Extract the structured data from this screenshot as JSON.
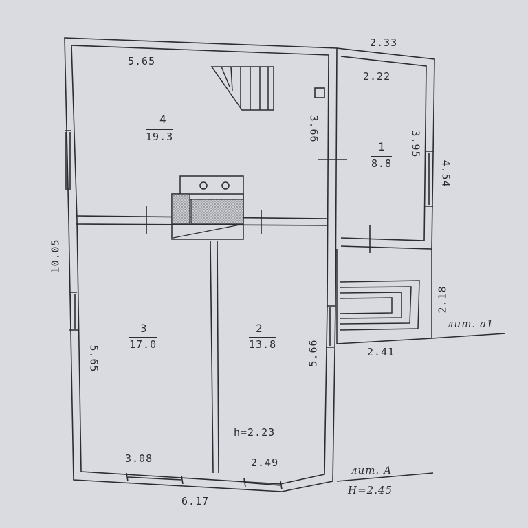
{
  "rooms": [
    {
      "number": "4",
      "area": "19.3"
    },
    {
      "number": "1",
      "area": "8.8"
    },
    {
      "number": "3",
      "area": "17.0"
    },
    {
      "number": "2",
      "area": "13.8"
    }
  ],
  "dimensions": {
    "top_main": "5.65",
    "top_annex": "2.33",
    "annex_inner_top": "2.22",
    "room4_height": "3.66",
    "room1_height": "3.95",
    "annex_outer_height": "4.54",
    "left_total": "10.05",
    "left_lower": "5.65",
    "right_lower": "5.66",
    "bottom_room3": "3.08",
    "bottom_room2": "2.49",
    "bottom_total": "6.17",
    "porch_depth": "2.18",
    "porch_width": "2.41"
  },
  "annotations": {
    "ceiling_height": "h=2.23",
    "lit_a1": "лит. а1",
    "lit_a": "лит. А",
    "building_height": "H=2.45"
  },
  "colors": {
    "paper": "#d9dbe0",
    "ink": "#2a2d33",
    "hatch": "#9a9da3"
  }
}
